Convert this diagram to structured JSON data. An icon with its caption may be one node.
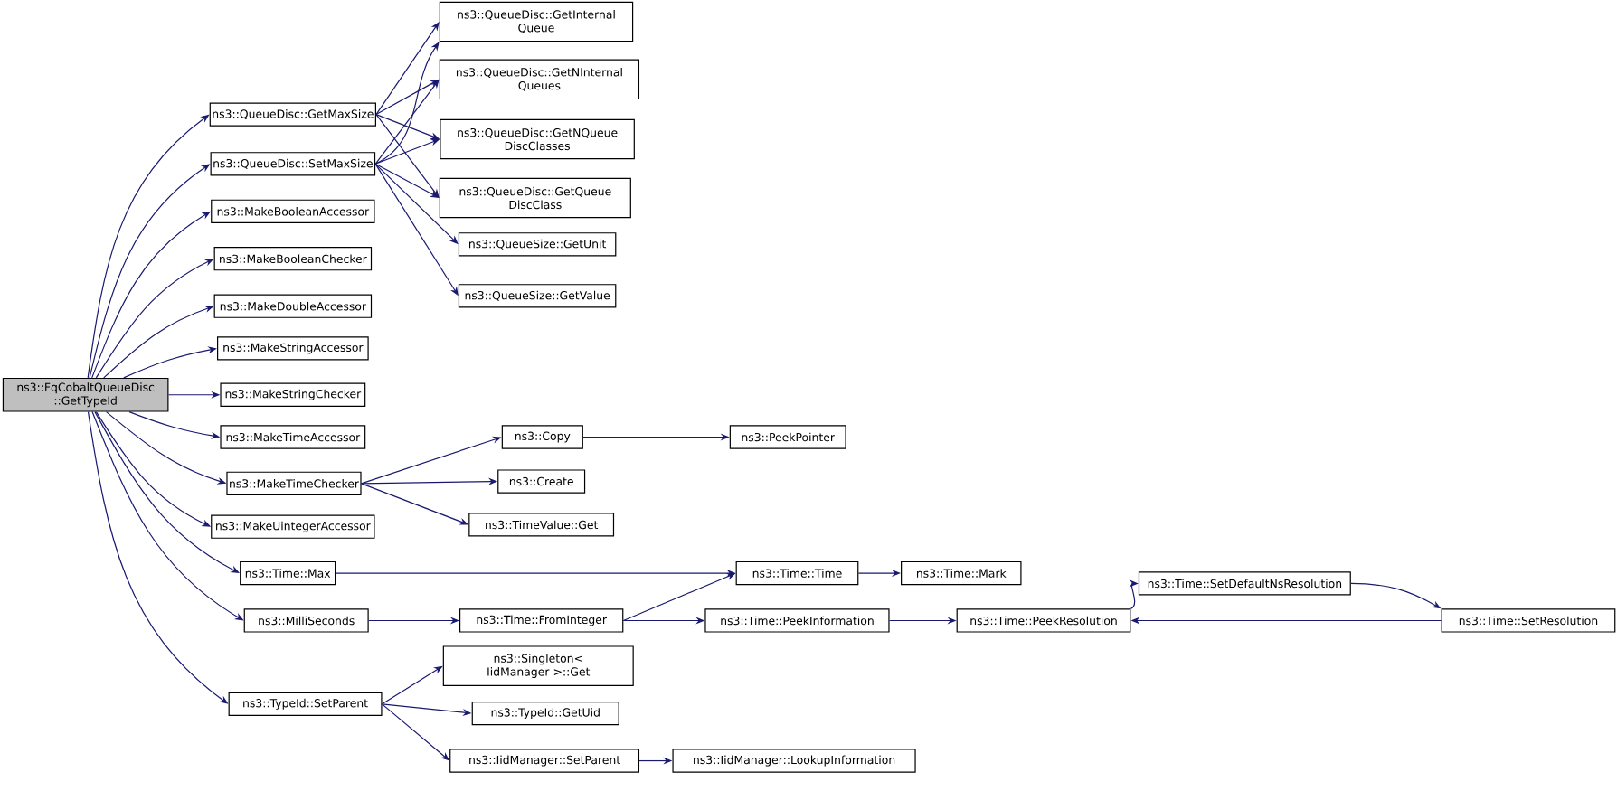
{
  "diagram": {
    "nodes": [
      {
        "text": [
          "ns3::FqCobaltQueueDisc ::GetTypeId"
        ]
      },
      {
        "text": [
          "ns3::QueueDisc::GetMaxSize"
        ]
      },
      {
        "text": [
          "ns3::QueueDisc::SetMaxSize"
        ]
      },
      {
        "text": [
          "ns3::MakeBooleanAccessor"
        ]
      },
      {
        "text": [
          "ns3::MakeBooleanChecker"
        ]
      },
      {
        "text": [
          "ns3::MakeDoubleAccessor"
        ]
      },
      {
        "text": [
          "ns3::MakeStringAccessor"
        ]
      },
      {
        "text": [
          "ns3::MakeStringChecker"
        ]
      },
      {
        "text": [
          "ns3::MakeTimeAccessor"
        ]
      },
      {
        "text": [
          "ns3::MakeTimeChecker"
        ]
      },
      {
        "text": [
          "ns3::MakeUintegerAccessor"
        ]
      },
      {
        "text": [
          "ns3::Time::Max"
        ]
      },
      {
        "text": [
          "ns3::MilliSeconds"
        ]
      },
      {
        "text": [
          "ns3::TypeId::SetParent"
        ]
      },
      {
        "text": [
          "ns3::QueueDisc::GetInternal Queue"
        ]
      },
      {
        "text": [
          "ns3::QueueDisc::GetNInternal Queues"
        ]
      },
      {
        "text": [
          "ns3::QueueDisc::GetNQueue DiscClasses"
        ]
      },
      {
        "text": [
          "ns3::QueueDisc::GetQueue DiscClass"
        ]
      },
      {
        "text": [
          "ns3::QueueSize::GetUnit"
        ]
      },
      {
        "text": [
          "ns3::QueueSize::GetValue"
        ]
      },
      {
        "text": [
          "ns3::Copy"
        ]
      },
      {
        "text": [
          "ns3::Create"
        ]
      },
      {
        "text": [
          "ns3::TimeValue::Get"
        ]
      },
      {
        "text": [
          "ns3::Time::Time"
        ]
      },
      {
        "text": [
          "ns3::Time::FromInteger"
        ]
      },
      {
        "text": [
          "ns3::Time::PeekInformation"
        ]
      },
      {
        "text": [
          "ns3::Singleton< IidManager >::Get"
        ]
      },
      {
        "text": [
          "ns3::TypeId::GetUid"
        ]
      },
      {
        "text": [
          "ns3::IidManager::SetParent"
        ]
      },
      {
        "text": [
          "ns3::PeekPointer"
        ]
      },
      {
        "text": [
          "ns3::Time::Mark"
        ]
      },
      {
        "text": [
          "ns3::Time::PeekResolution"
        ]
      },
      {
        "text": [
          "ns3::Time::SetDefaultNsResolution"
        ]
      },
      {
        "text": [
          "ns3::Time::SetResolution"
        ]
      },
      {
        "text": [
          "ns3::IidManager::LookupInformation"
        ]
      }
    ],
    "edges": [
      {
        "from": 0,
        "to": 1,
        "arrow": "to"
      },
      {
        "from": 0,
        "to": 2,
        "arrow": "to"
      },
      {
        "from": 0,
        "to": 3,
        "arrow": "to"
      },
      {
        "from": 0,
        "to": 4,
        "arrow": "to"
      },
      {
        "from": 0,
        "to": 5,
        "arrow": "to"
      },
      {
        "from": 0,
        "to": 6,
        "arrow": "to"
      },
      {
        "from": 0,
        "to": 7,
        "arrow": "to"
      },
      {
        "from": 0,
        "to": 8,
        "arrow": "to"
      },
      {
        "from": 0,
        "to": 9,
        "arrow": "to"
      },
      {
        "from": 0,
        "to": 10,
        "arrow": "to"
      },
      {
        "from": 0,
        "to": 11,
        "arrow": "to"
      },
      {
        "from": 0,
        "to": 12,
        "arrow": "to"
      },
      {
        "from": 0,
        "to": 13,
        "arrow": "to"
      },
      {
        "from": 1,
        "to": 14,
        "arrow": "to"
      },
      {
        "from": 1,
        "to": 15,
        "arrow": "to"
      },
      {
        "from": 1,
        "to": 16,
        "arrow": "to"
      },
      {
        "from": 1,
        "to": 17,
        "arrow": "to"
      },
      {
        "from": 2,
        "to": 14,
        "arrow": "to"
      },
      {
        "from": 2,
        "to": 15,
        "arrow": "to"
      },
      {
        "from": 2,
        "to": 16,
        "arrow": "to"
      },
      {
        "from": 2,
        "to": 17,
        "arrow": "to"
      },
      {
        "from": 2,
        "to": 18,
        "arrow": "to"
      },
      {
        "from": 2,
        "to": 19,
        "arrow": "to"
      },
      {
        "from": 9,
        "to": 20,
        "arrow": "to"
      },
      {
        "from": 9,
        "to": 21,
        "arrow": "to"
      },
      {
        "from": 9,
        "to": 22,
        "arrow": "to"
      },
      {
        "from": 20,
        "to": 29,
        "arrow": "to"
      },
      {
        "from": 11,
        "to": 23,
        "arrow": "to"
      },
      {
        "from": 23,
        "to": 30,
        "arrow": "to"
      },
      {
        "from": 12,
        "to": 24,
        "arrow": "to"
      },
      {
        "from": 24,
        "to": 23,
        "arrow": "to"
      },
      {
        "from": 24,
        "to": 25,
        "arrow": "to"
      },
      {
        "from": 25,
        "to": 31,
        "arrow": "to"
      },
      {
        "from": 31,
        "to": 32,
        "arrow": "to"
      },
      {
        "from": 32,
        "to": 33,
        "arrow": "to"
      },
      {
        "from": 33,
        "to": 31,
        "arrow": "to"
      },
      {
        "from": 13,
        "to": 26,
        "arrow": "to"
      },
      {
        "from": 13,
        "to": 27,
        "arrow": "to"
      },
      {
        "from": 13,
        "to": 28,
        "arrow": "to"
      },
      {
        "from": 28,
        "to": 34,
        "arrow": "to"
      }
    ]
  }
}
